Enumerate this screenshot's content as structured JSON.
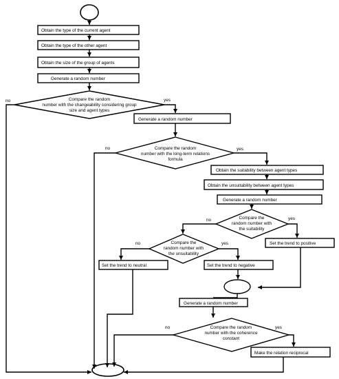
{
  "steps": {
    "obtain_current_type": "Obtain the type of the current agent",
    "obtain_other_type": "Obtain the type of the other agent",
    "obtain_group_size": "Obtain the size of the group of agents",
    "gen_random_1": "Generate a random number",
    "gen_random_2": "Generate a random number",
    "obtain_suitability": "Obtain the suitability between agent types",
    "obtain_unsuitability": "Obtain the unsuitability between agent types",
    "gen_random_3": "Generate a random number",
    "trend_positive": "Set the trend to positive",
    "trend_neutral": "Set the trend to neutral",
    "trend_negative": "Set the trend to negative",
    "gen_random_4": "Generate a random number",
    "make_reciprocal": "Make the relation reciprocal"
  },
  "decisions": {
    "changeability": [
      "Compare the random",
      "number with the changeability considering group",
      "size and agent types"
    ],
    "long_term": [
      "Compare the random",
      "number with the long-term relations",
      "formula"
    ],
    "suitability": [
      "Compare the",
      "random number with",
      "the suitability"
    ],
    "unsuitability": [
      "Compare the",
      "random number with",
      "the unsuitability"
    ],
    "coherence": [
      "Compare the random",
      "number with the coherence",
      "constant"
    ]
  },
  "labels": {
    "yes": "yes",
    "no": "no"
  }
}
